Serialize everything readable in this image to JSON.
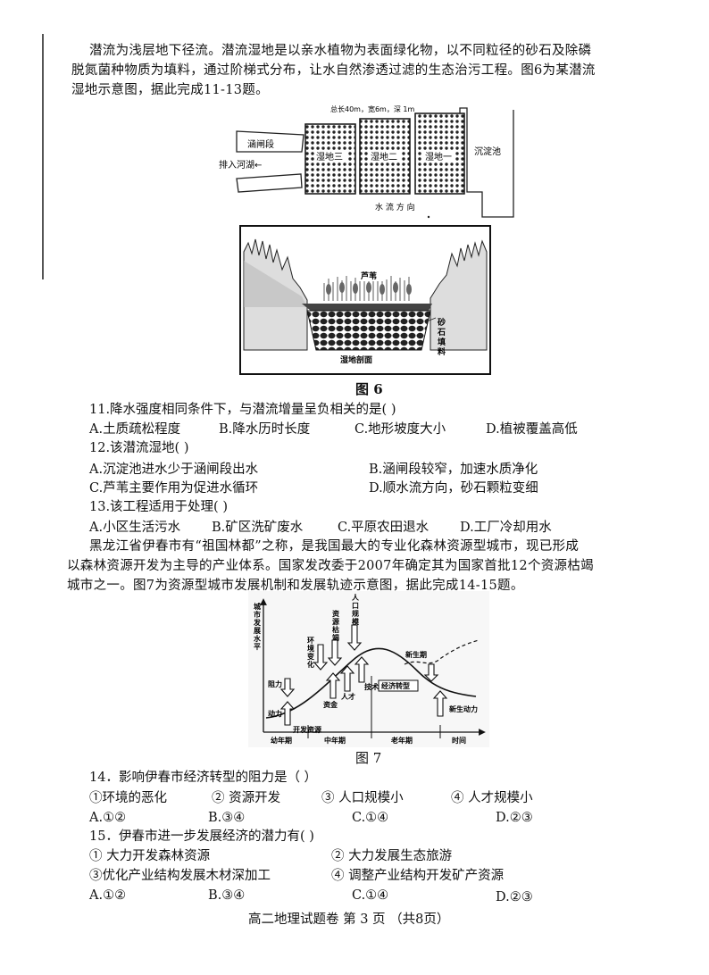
{
  "intro1": {
    "line1": "潜流为浅层地下径流。潜流湿地是以亲水植物为表面绿化物，以不同粒径的砂石及除磷",
    "line2": "脱氮菌种物质为填料，通过阶梯式分布，让水自然渗透过滤的生态治污工程。图6为某潜流",
    "line3": "湿地示意图，据此完成11-13题。"
  },
  "fig6": {
    "dims": "总长40m，宽6m，深 1m",
    "culvert": "涵闸段",
    "outlet": "排入河湖←",
    "wetland3": "湿地三",
    "wetland2": "湿地二",
    "wetland1": "湿地一",
    "sedimentation": "沉淀池",
    "flow_dir": "水 流 方 向",
    "reed": "芦苇",
    "gravel": "砂石填料",
    "section": "湿地剖面",
    "caption": "图 6"
  },
  "q11": {
    "stem": "11.降水强度相同条件下，与潜流增量呈负相关的是(    )",
    "A": "A.土质疏松程度",
    "B": "B.降水历时长度",
    "C": "C.地形坡度大小",
    "D": "D.植被覆盖高低"
  },
  "q12": {
    "stem": "12.该潜流湿地(    )",
    "A": "A.沉淀池进水少于涵闸段出水",
    "B": "B.涵闸段较窄，加速水质净化",
    "C": "C.芦苇主要作用为促进水循环",
    "D": "D.顺水流方向，砂石颗粒变细"
  },
  "q13": {
    "stem": "13.该工程适用于处理(    )",
    "A": "A.小区生活污水",
    "B": "B.矿区洗矿废水",
    "C": "C.平原农田退水",
    "D": "D.工厂冷却用水"
  },
  "intro2": {
    "line1": "黑龙江省伊春市有“祖国林都”之称，是我国最大的专业化森林资源型城市，现已形成",
    "line2": "以森林资源开发为主导的产业体系。国家发改委于2007年确定其为国家首批12个资源枯竭",
    "line3": "城市之一。图7为资源型城市发展机制和发展轨迹示意图，据此完成14-15题。"
  },
  "fig7": {
    "ylabel": "城市发展水平",
    "population": "人口规模",
    "depletion": "资源枯竭",
    "environment": "环境变化",
    "new_period": "新生期",
    "resistance": "阻力",
    "power": "动力",
    "funds": "资金",
    "talent": "人才",
    "tech": "技术",
    "transform": "经济转型",
    "new_power": "新生动力",
    "develop": "开发资源",
    "youth": "幼年期",
    "middle": "中年期",
    "old": "老年期",
    "time": "时间",
    "caption": "图 7"
  },
  "q14": {
    "stem": "14．影响伊春市经济转型的阻力是（    ）",
    "o1": "①环境的恶化",
    "o2": "② 资源开发",
    "o3": "③ 人口规模小",
    "o4": "④ 人才规模小",
    "A": "A.①②",
    "B": "B.③④",
    "C": "C.①④",
    "D": "D.②③"
  },
  "q15": {
    "stem": "15．伊春市进一步发展经济的潜力有(    )",
    "o1": "① 大力开发森林资源",
    "o2": "② 大力发展生态旅游",
    "o3": "③优化产业结构发展木材深加工",
    "o4": "④ 调整产业结构开发矿产资源",
    "A": "A.①②",
    "B": "B.③④",
    "C": "C.①④",
    "D": "D.②③"
  },
  "footer": "高二地理试题卷  第 3 页  （共8页）"
}
